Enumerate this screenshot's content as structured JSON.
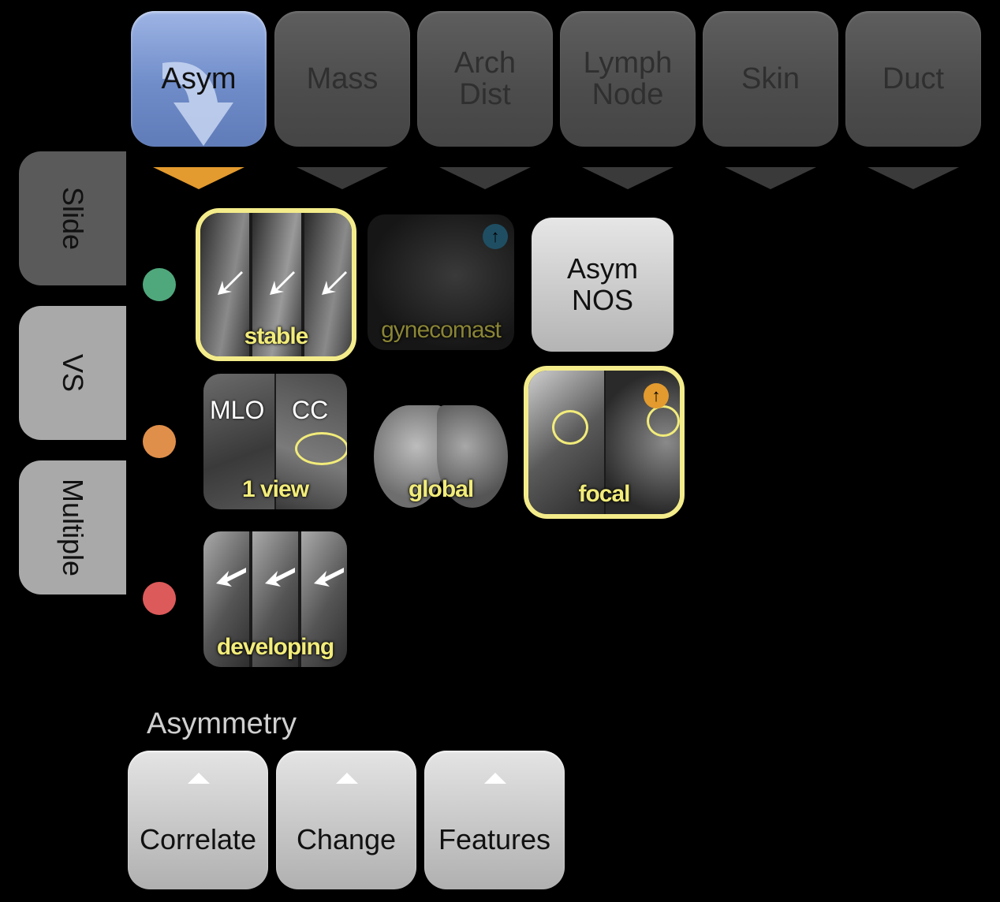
{
  "colors": {
    "active_tab": "#7a95cf",
    "inactive_tab": "#525252",
    "active_pointer": "#e39a2e",
    "selection_outline": "#f4ec8a",
    "dot_green": "#4fa87c",
    "dot_orange": "#e08f4a",
    "dot_red": "#dd5a5a"
  },
  "tabs": [
    {
      "label": "Asym",
      "active": true
    },
    {
      "label": "Mass",
      "active": false
    },
    {
      "label": "Arch\nDist",
      "active": false
    },
    {
      "label": "Lymph\nNode",
      "active": false
    },
    {
      "label": "Skin",
      "active": false
    },
    {
      "label": "Duct",
      "active": false
    }
  ],
  "side_tabs": [
    {
      "label": "Slide"
    },
    {
      "label": "VS"
    },
    {
      "label": "Multiple"
    }
  ],
  "rows": [
    {
      "indicator": "green"
    },
    {
      "indicator": "orange"
    },
    {
      "indicator": "red"
    }
  ],
  "tiles": {
    "stable": {
      "caption": "stable",
      "selected": true
    },
    "gynecomast": {
      "caption": "gynecomast",
      "selected": false
    },
    "asym_nos": {
      "label": "Asym\nNOS"
    },
    "one_view": {
      "caption": "1 view",
      "mlo": "MLO",
      "cc": "CC",
      "selected": false
    },
    "global": {
      "caption": "global",
      "selected": false
    },
    "focal": {
      "caption": "focal",
      "selected": true
    },
    "developing": {
      "caption": "developing",
      "selected": false
    }
  },
  "section": {
    "label": "Asymmetry"
  },
  "bottom_buttons": [
    {
      "label": "Correlate"
    },
    {
      "label": "Change"
    },
    {
      "label": "Features"
    }
  ]
}
